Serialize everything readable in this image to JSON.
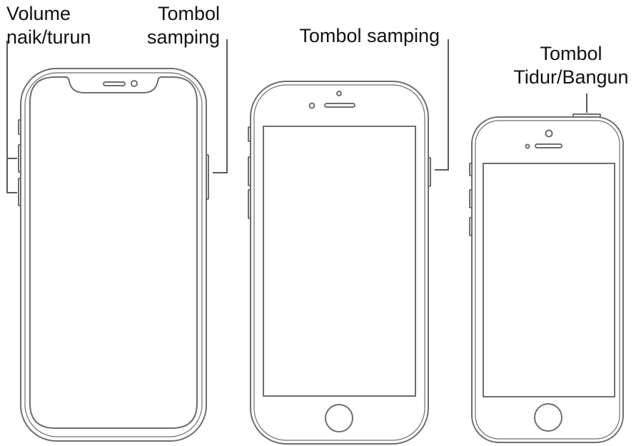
{
  "labels": {
    "volume": {
      "line1": "Volume",
      "line2": "naik/turun"
    },
    "side_button_x": {
      "line1": "Tombol",
      "line2": "samping"
    },
    "side_button_8": {
      "line1": "Tombol samping"
    },
    "sleep_wake": {
      "line1": "Tombol",
      "line2": "Tidur/Bangun"
    }
  },
  "colors": {
    "outline": "#6e6e6e",
    "leader_line": "#5a5a5a",
    "text": "#111111",
    "background": "#ffffff"
  }
}
